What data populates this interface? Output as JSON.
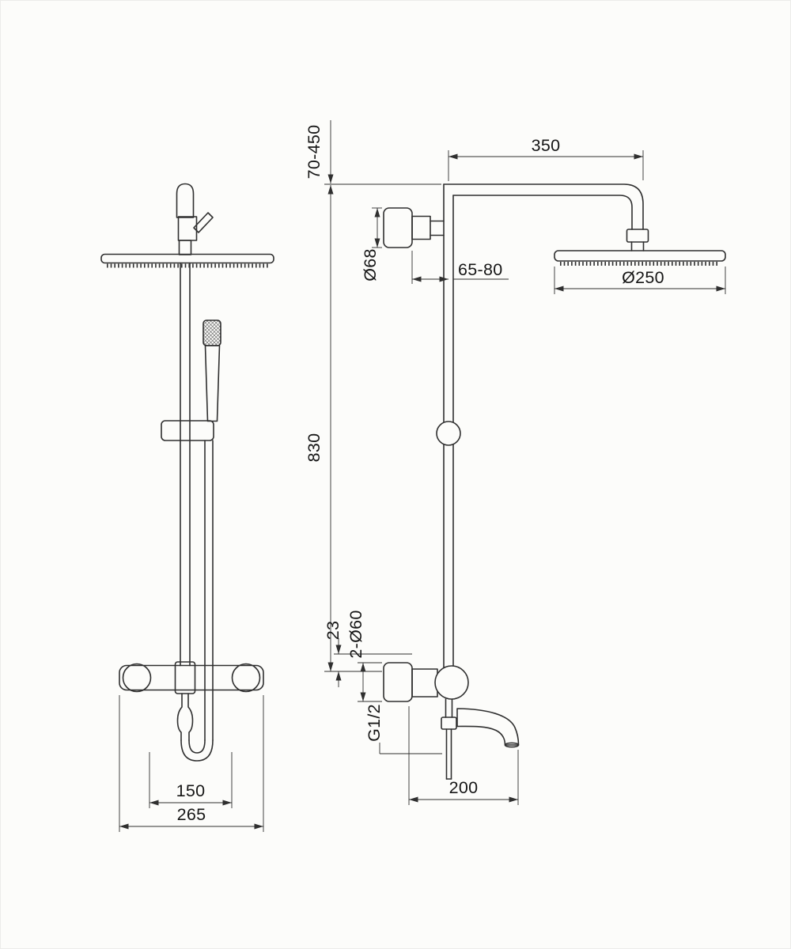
{
  "page": {
    "background": "#fcfcfa",
    "line_color": "#2f2f2f",
    "text_color": "#161616",
    "type_label": "technical dimension drawing, two views"
  },
  "dims": {
    "height_adjust": "70-450",
    "arm_reach": "350",
    "top_flange_dia": "Ø68",
    "wall_clearance": "65-80",
    "head_dia": "Ø250",
    "riser_length": "830",
    "valve_offset": "23",
    "flange_pair_dia": "2-Ø60",
    "outlet_thread": "G1/2",
    "spout_reach": "200",
    "inlet_centres": "150",
    "valve_width": "265"
  }
}
